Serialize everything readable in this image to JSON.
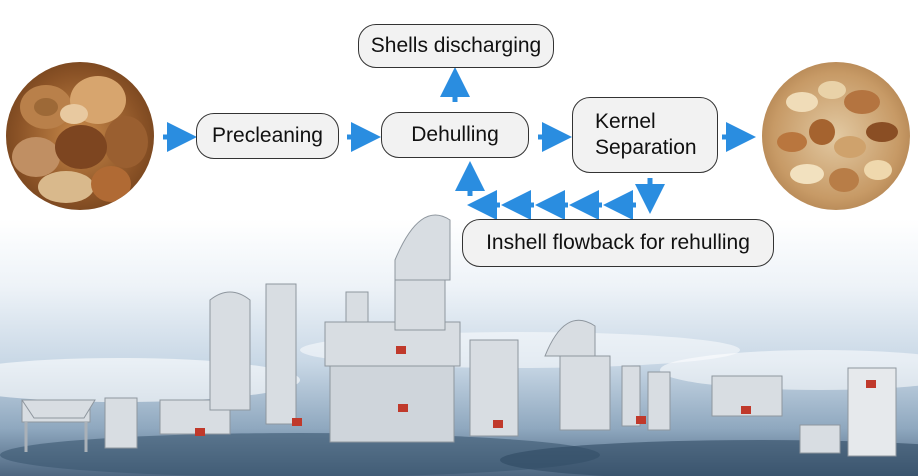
{
  "diagram": {
    "steps": {
      "precleaning": "Precleaning",
      "dehulling": "Dehulling",
      "shells": "Shells discharging",
      "kernel_line1": "Kernel",
      "kernel_line2": "Separation",
      "flowback": "Inshell flowback for rehulling"
    },
    "colors": {
      "arrow": "#2a8de0",
      "box_fill": "#f2f2f2",
      "box_border": "#333333"
    },
    "images": {
      "left": "inshell-nuts-photo",
      "right": "mixed-kernels-photo",
      "bottom": "dehulling-production-line-photo"
    }
  }
}
